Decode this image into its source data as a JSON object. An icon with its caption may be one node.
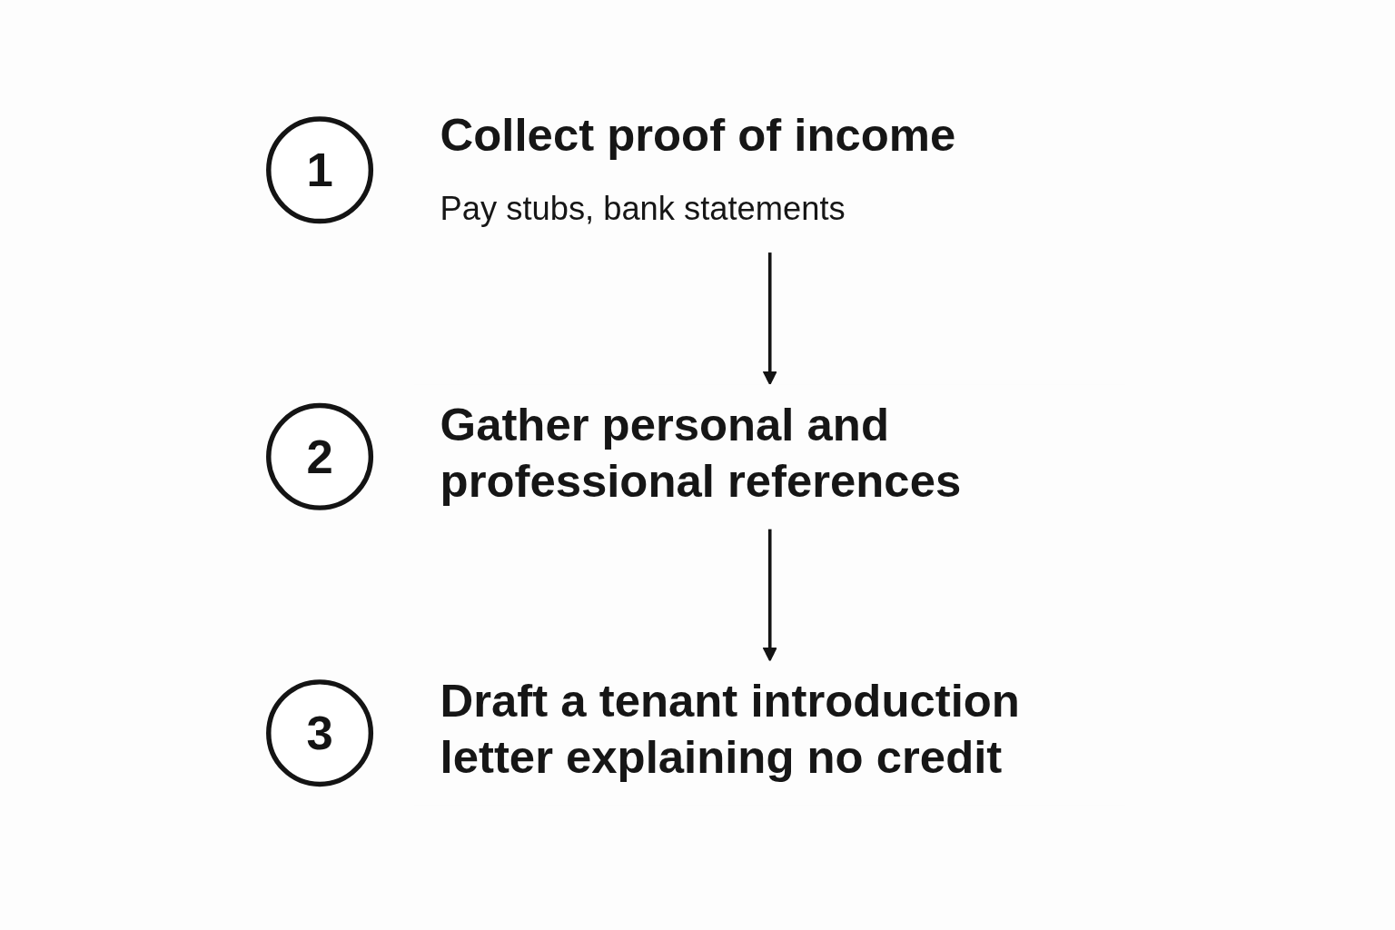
{
  "diagram": {
    "nodes": [
      {
        "text": [
          "1"
        ]
      },
      {
        "text": [
          "Collect proof of income",
          "Pay stubs, bank statements"
        ]
      },
      {
        "text": [
          "2"
        ]
      },
      {
        "text": [
          "Gather personal and professional references"
        ]
      },
      {
        "text": [
          "3"
        ]
      },
      {
        "text": [
          "Draft a tenant introduction letter explaining no credit"
        ]
      }
    ],
    "edges": [
      {
        "from": 1,
        "to": 3,
        "arrow": "to"
      },
      {
        "from": 3,
        "to": 5,
        "arrow": "to"
      }
    ]
  }
}
